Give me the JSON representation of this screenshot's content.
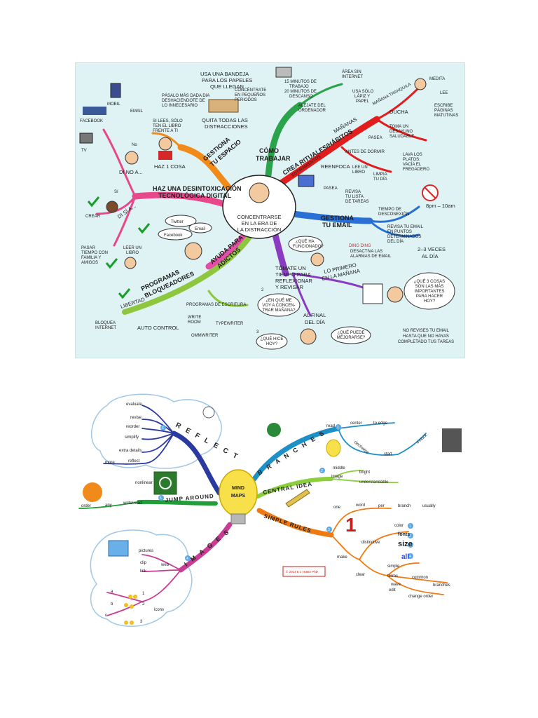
{
  "map1": {
    "center": [
      "CONCENTRARSE",
      "EN LA ERA DE",
      "LA DISTRACCIÓN"
    ],
    "branches": {
      "gestiona_espacio": [
        "GESTIONA",
        "TU ESPACIO"
      ],
      "como_trabajar": [
        "CÓMO",
        "TRABAJAR"
      ],
      "crea_rituales": "CREA RITUALES/HÁBITOS",
      "desintox": [
        "HAZ UNA DESINTOXICACIÓN",
        "TECNOLÓGICA DIGITAL"
      ],
      "gestiona_email": [
        "GESTIONA",
        "TU EMAIL"
      ],
      "ayuda_adictos": [
        "AYUDA PARA",
        "ADICTOS"
      ],
      "tomate_tiempo": [
        "TÓMATE UN",
        "TIEMPO PARA",
        "REFLEXIONAR",
        "Y REVISAR"
      ],
      "programas": [
        "PROGRAMAS",
        "BLOQUEADORES"
      ]
    },
    "labels": {
      "bandeja": [
        "USA UNA BANDEJA",
        "PARA LOS PAPELES",
        "QUE LLEGAN"
      ],
      "pasalo": [
        "PÁSALO MÁS DADA DIA",
        "DESHACIENDOTE DE",
        "LO INNECESARIO"
      ],
      "quita": [
        "QUITA TODAS LAS",
        "DISTRACCIONES"
      ],
      "si_lees": [
        "SI LEES, SÓLO",
        "TEN EL LIBRO",
        "FRENTE A TI"
      ],
      "haz1": "HAZ 1 COSA",
      "mobil": "MOBIL",
      "email": "EMAIL",
      "facebook": "FACEBOOK",
      "tv": "TV",
      "no": "No",
      "di_no": "DI NO A...",
      "si": "Sí",
      "di_si": "DI SÍ A...",
      "crear": "CREAR",
      "pasar": [
        "PASAR",
        "TIEMPO CON",
        "FAMILIA Y",
        "AMIGOS"
      ],
      "leer": [
        "LEER UN",
        "LIBRO"
      ],
      "concentrate": [
        "CONCÉNTRATE",
        "EN PEQUEÑOS",
        "PERIODOS"
      ],
      "minutos": [
        "15 MINUTOS DE",
        "TRABAJO",
        "20 MINUTOS DE",
        "DESCANSO"
      ],
      "alejate": [
        "ALÉJATE DEL",
        "ORDENADOR"
      ],
      "area": [
        "ÁREA SIN",
        "INTERNET"
      ],
      "usa_lapiz": [
        "USA SÓLO",
        "LÁPIZ Y",
        "PAPEL"
      ],
      "mananas": "MAÑANAS",
      "manana_tranquila": "MAÑANA TRANQUILA",
      "ducha": "DUCHA",
      "medita": "MEDITA",
      "lee": "LEE",
      "escribe": [
        "ESCRIBE",
        "PÁGINAS",
        "MATUTINAS"
      ],
      "pasea": "PASEA",
      "desayuno": [
        "TOMA UN",
        "DESAYUNO",
        "SALUDABLE"
      ],
      "antes": "ANTES DE DORMIR",
      "estiramientos": "ESTIRAMIENTOS",
      "reenfoca": "REENFOCA",
      "lee_libro": [
        "LEE UN",
        "LIBRO"
      ],
      "limpia": [
        "LIMPIA",
        "TU DÍA"
      ],
      "lava": [
        "LAVA LOS",
        "PLATOS:",
        "VACÍA EL",
        "FREGADERO"
      ],
      "pasea2": "PASEA",
      "revisa_lista": [
        "REVISA",
        "TU LISTA",
        "DE TAREAS"
      ],
      "tiempo_desconexion": [
        "TIEMPO DE",
        "DESCONEXIÓN"
      ],
      "horas": "8pm – 10am",
      "revisa_email": [
        "REVISA TU EMAIL",
        "EN PUNTOS",
        "DETERMINADOS",
        "DEL DÍA"
      ],
      "veces": [
        "2–3 VECES",
        "AL DÍA"
      ],
      "ding": "DING DING",
      "desactiva": [
        "DESACTIVA LAS",
        "ALARMAS DE EMAIL"
      ],
      "twitter": "Twitter",
      "email2": "Email",
      "facebook2": "Facebook",
      "que_funcionado": [
        "¿QUÉ HA",
        "FUNCIONADO?"
      ],
      "lo_primero": [
        "LO PRIMERO",
        "EN LA MAÑANA"
      ],
      "tres_cosas": [
        "¿QUÉ 3 COSAS",
        "SON LAS MÁS",
        "IMPORTANTES",
        "PARA HACER",
        "HOY?"
      ],
      "en_que": [
        "¿EN QUÉ ME",
        "VOY A CONCEN-",
        "TRAR MAÑANA?"
      ],
      "al_final": [
        "AL FINAL",
        "DEL DÍA"
      ],
      "que_puede": [
        "¿QUÉ PUEDE",
        "MEJORARSE?"
      ],
      "que_hice": [
        "¿QUÉ HICE",
        "HOY?"
      ],
      "no_revises": [
        "NO REVISES TU EMAIL",
        "HASTA QUE NO HAYAS",
        "COMPLETADO TUS TAREAS"
      ],
      "libertad": "LIBERTAD",
      "bloquea": [
        "BLOQUEA",
        "INTERNET"
      ],
      "autocontrol": "AUTO CONTROL",
      "prog_escritura": "PROGRAMAS DE ESCRITURA",
      "write_room": [
        "WRITE",
        "ROOM"
      ],
      "typewriter": "TYPEWRITER",
      "ommwriter": "OMMWRITER",
      "num2": "2",
      "num3": "3"
    }
  },
  "map2": {
    "center": [
      "MIND",
      "MAPS"
    ],
    "branches": {
      "reflect": "R E F L E C T",
      "branches": "B R A N C H E S",
      "central_idea": "CENTRAL IDEA",
      "jump_around": "JUMP AROUND",
      "simple_rules": "SIMPLE RULES",
      "images": "I M A G E S"
    },
    "words": {
      "evaluate": "evaluate",
      "revise": "revise",
      "reorder": "reorder",
      "simplify": "simplify",
      "extra_details": "extra details",
      "reflect": "reflect",
      "more": "more",
      "read": "read",
      "center": "center",
      "to_edge": "to edge",
      "clockwise": "clockwise",
      "start": "start",
      "o_clock": "o'clock",
      "middle": "middle",
      "image": "image",
      "bright": "bright",
      "understandable": "understandable",
      "nonlinear": "nonlinear",
      "order": "order",
      "any": "any",
      "write_read": "write/read",
      "one": "one",
      "word": "word",
      "per": "per",
      "branch": "branch",
      "usually": "usually",
      "make": "make",
      "distinctive": "distinctive",
      "color": "color",
      "fonts": "fonts",
      "size": "size",
      "all": "all",
      "clear": "clear",
      "simple": "simple",
      "terms": "terms",
      "common": "common",
      "wave": "wave",
      "branches": "branches",
      "edit": "edit",
      "change_order": "change order",
      "pictures": "pictures",
      "clip": "clip",
      "link": "link",
      "web": "web",
      "icons": "icons",
      "a": "a",
      "b": "b",
      "c": "c",
      "n1": "1",
      "n2": "2",
      "n3": "3",
      "copyright": "© 2014 E J HUBA PhD",
      "big_one": "1"
    },
    "numbers": {
      "reflect": "6",
      "branches": "1",
      "central": "2",
      "jump": "5",
      "rules": "3",
      "images": "4",
      "read": "1",
      "color": "1",
      "fonts": "2",
      "size": "3",
      "all": "4"
    }
  }
}
